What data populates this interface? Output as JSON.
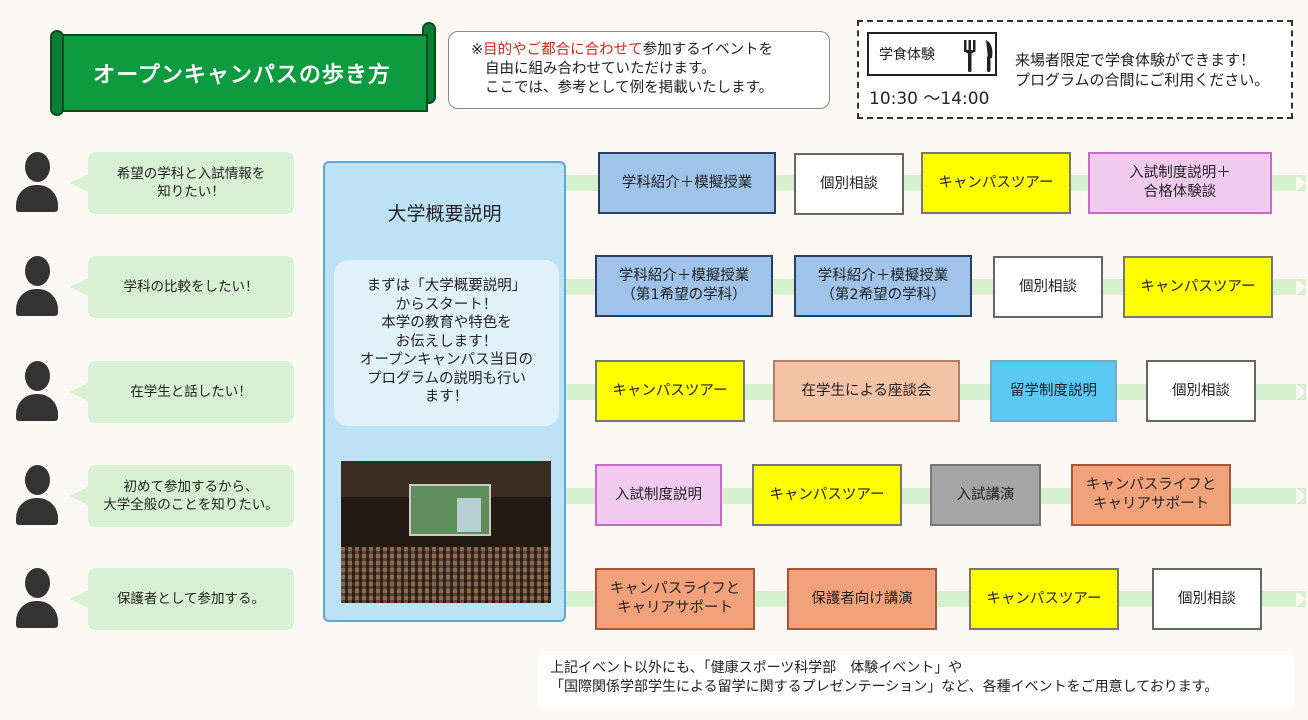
{
  "title": "オープンキャンパスの歩き方",
  "intro": {
    "prefix": "※",
    "highlight": "目的やご都合に合わせて",
    "line1_rest": "参加するイベントを",
    "line2": "自由に組み合わせていただけます。",
    "line3": "ここでは、参考として例を掲載いたします。"
  },
  "cafe": {
    "badge": "学食体験",
    "icon": "fork-knife-icon",
    "time": "10:30 ～14:00",
    "line1": "来場者限定で学食体験ができます！",
    "line2": "プログラムの合間にご利用ください。"
  },
  "center": {
    "title": "大学概要説明",
    "desc": [
      "まずは「大学概要説明」",
      "からスタート！",
      "本学の教育や特色を",
      "お伝えします！",
      "オープンキャンパス当日の",
      "プログラムの説明も行い",
      "ます！"
    ]
  },
  "rows": [
    {
      "bubble": [
        "希望の学科と入試情報を",
        "知りたい！"
      ],
      "events": [
        {
          "lines": [
            "学科紹介＋模擬授業"
          ],
          "color": "blue"
        },
        {
          "lines": [
            "個別相談"
          ],
          "color": "white"
        },
        {
          "lines": [
            "キャンパスツアー"
          ],
          "color": "yellow"
        },
        {
          "lines": [
            "入試制度説明＋",
            "合格体験談"
          ],
          "color": "pink"
        }
      ]
    },
    {
      "bubble": [
        "学科の比較をしたい！"
      ],
      "events": [
        {
          "lines": [
            "学科紹介＋模擬授業",
            "（第1希望の学科）"
          ],
          "color": "blue"
        },
        {
          "lines": [
            "学科紹介＋模擬授業",
            "（第2希望の学科）"
          ],
          "color": "blue"
        },
        {
          "lines": [
            "個別相談"
          ],
          "color": "white"
        },
        {
          "lines": [
            "キャンパスツアー"
          ],
          "color": "yellow"
        }
      ]
    },
    {
      "bubble": [
        "在学生と話したい！"
      ],
      "events": [
        {
          "lines": [
            "キャンパスツアー"
          ],
          "color": "yellow"
        },
        {
          "lines": [
            "在学生による座談会"
          ],
          "color": "salmon"
        },
        {
          "lines": [
            "留学制度説明"
          ],
          "color": "cyan"
        },
        {
          "lines": [
            "個別相談"
          ],
          "color": "white"
        }
      ]
    },
    {
      "bubble": [
        "初めて参加するから、",
        "大学全般のことを知りたい。"
      ],
      "events": [
        {
          "lines": [
            "入試制度説明"
          ],
          "color": "pink"
        },
        {
          "lines": [
            "キャンパスツアー"
          ],
          "color": "yellow"
        },
        {
          "lines": [
            "入試講演"
          ],
          "color": "gray"
        },
        {
          "lines": [
            "キャンパスライフと",
            "キャリアサポート"
          ],
          "color": "orange"
        }
      ]
    },
    {
      "bubble": [
        "保護者として参加する。"
      ],
      "events": [
        {
          "lines": [
            "キャンパスライフと",
            "キャリアサポート"
          ],
          "color": "orange"
        },
        {
          "lines": [
            "保護者向け講演"
          ],
          "color": "orange"
        },
        {
          "lines": [
            "キャンパスツアー"
          ],
          "color": "yellow"
        },
        {
          "lines": [
            "個別相談"
          ],
          "color": "white"
        }
      ]
    }
  ],
  "footer": {
    "line1": "上記イベント以外にも、「健康スポーツ科学部　体験イベント」や",
    "line2": "「国際関係学部学生による留学に関するプレゼンテーション」など、各種イベントをご用意しております。"
  }
}
